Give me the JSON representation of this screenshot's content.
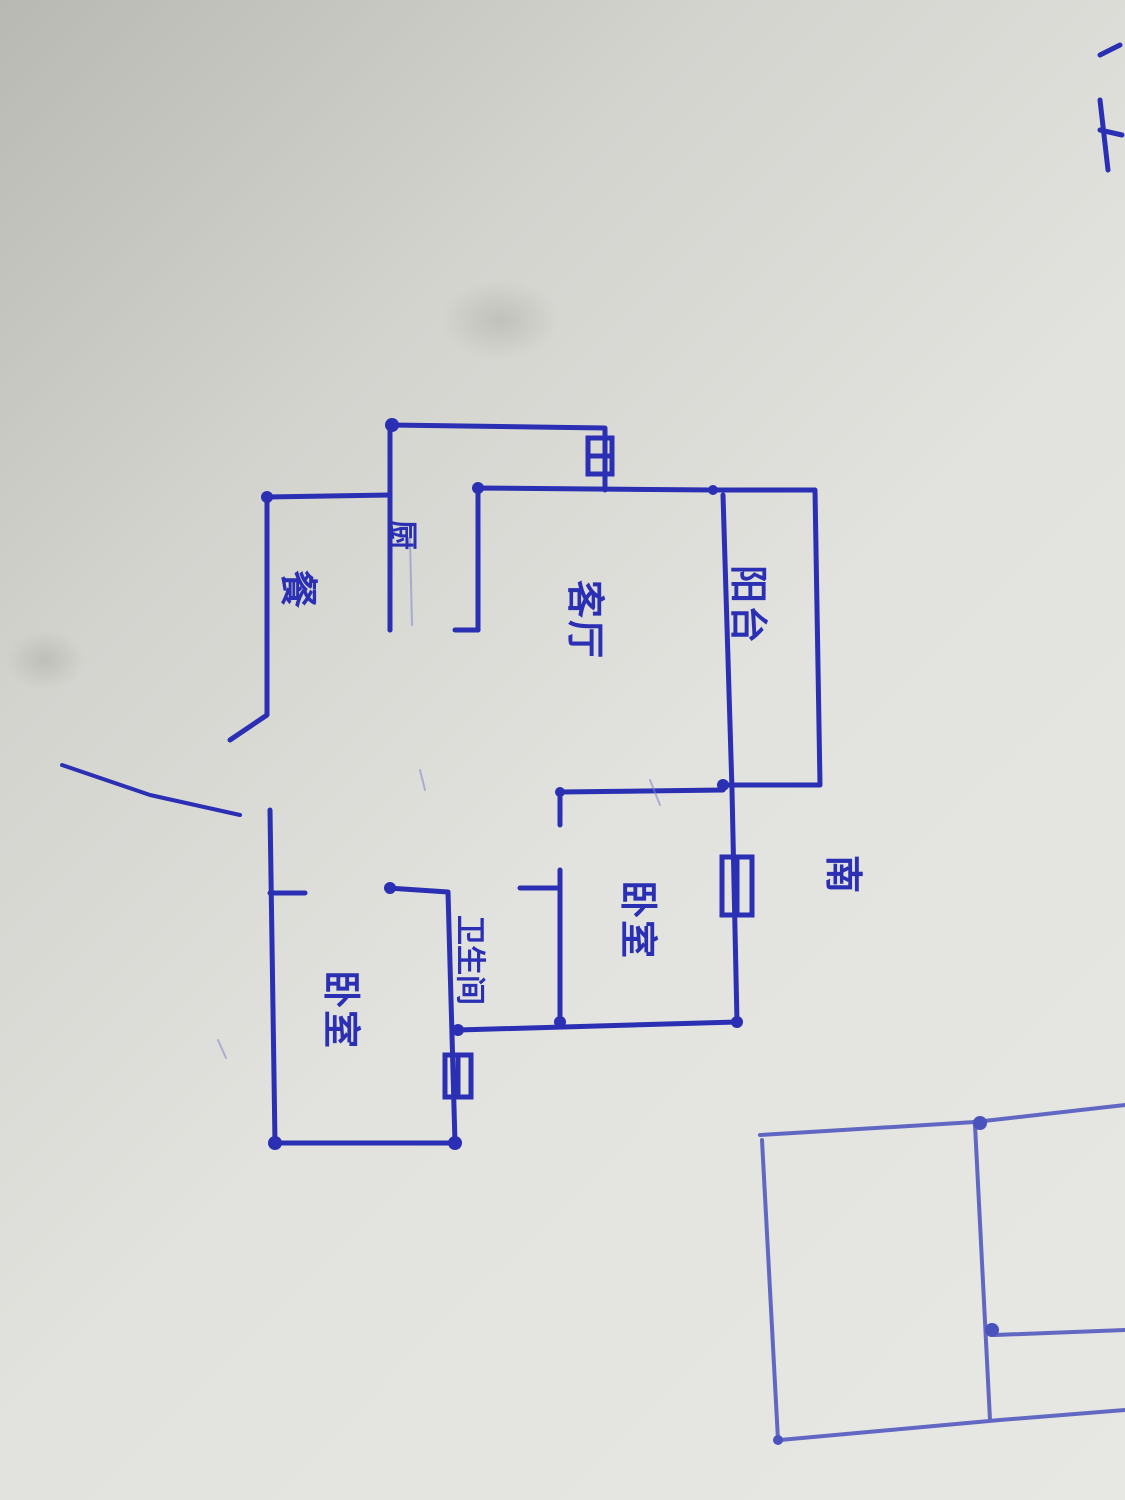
{
  "colors": {
    "ink": "#2a2fb3",
    "faint_ink": "#5a63c9",
    "paper": "#e2e2de"
  },
  "labels": {
    "living_room": "客厅",
    "kitchen": "厨",
    "dining": "餐",
    "balcony": "阳台",
    "bedroom_right": "卧室",
    "bedroom_left": "卧室",
    "bathroom": "卫生间",
    "compass": "南"
  }
}
